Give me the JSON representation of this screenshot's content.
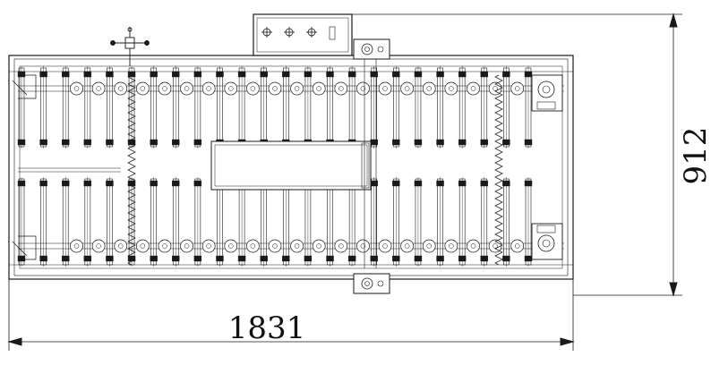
{
  "drawing": {
    "dimensions": {
      "width_label": "1831",
      "height_label": "912"
    },
    "roller_count_top_row": 24,
    "roller_count_bottom_row": 24,
    "control_box_symbols": 3,
    "colors": {
      "line": "#1a1a1a",
      "background": "#ffffff"
    }
  }
}
